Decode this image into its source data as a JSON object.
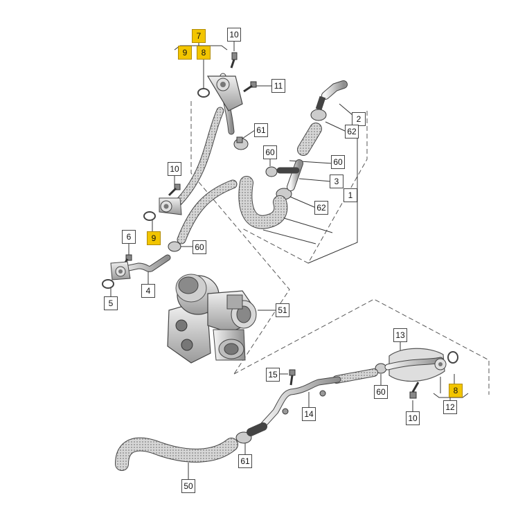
{
  "diagram": {
    "highlight_color": "#f2c500",
    "part_labels": {
      "p7": "7",
      "p9a": "9",
      "p8a": "8",
      "p10a": "10",
      "p11": "11",
      "p2": "2",
      "p62a": "62",
      "p61a": "61",
      "p60a": "60",
      "p60b": "60",
      "p3": "3",
      "p1": "1",
      "p62b": "62",
      "p10b": "10",
      "p9b": "9",
      "p60c": "60",
      "p6": "6",
      "p4": "4",
      "p5": "5",
      "p51": "51",
      "p13": "13",
      "p15": "15",
      "p60d": "60",
      "p8b": "8",
      "p14": "14",
      "p10c": "10",
      "p12": "12",
      "p61b": "61",
      "p50": "50"
    }
  }
}
